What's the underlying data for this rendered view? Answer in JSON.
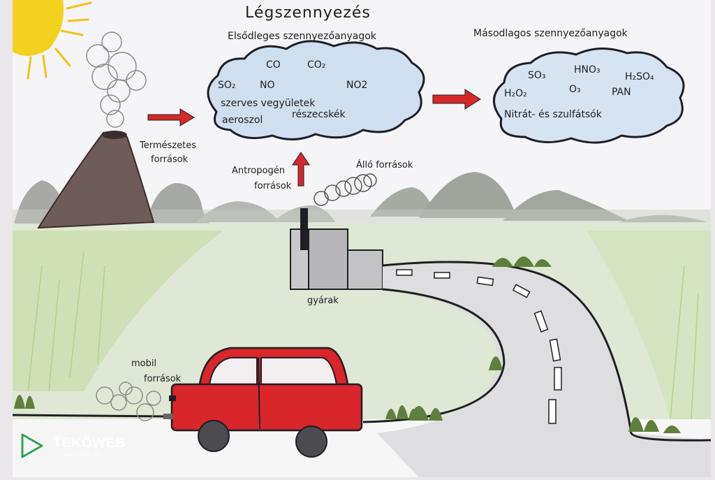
{
  "title": "Légszennyezés",
  "primary": {
    "heading": "Elsődleges szennyezőanyagok",
    "items": [
      "CO",
      "CO₂",
      "SO₂",
      "NO",
      "NO2",
      "szerves vegyületek",
      "aeroszol",
      "részecskék"
    ]
  },
  "secondary": {
    "heading": "Másodlagos szennyezőanyagok",
    "items": [
      "SO₃",
      "HNO₃",
      "H₂SO₄",
      "H₂O₂",
      "O₃",
      "PAN",
      "Nitrát- és szulfátsók"
    ]
  },
  "labels": {
    "natural": [
      "Természetes",
      "források"
    ],
    "anthropogenic": [
      "Antropogén",
      "források"
    ],
    "stationary": "Álló források",
    "factory": "gyárak",
    "mobile": [
      "mobil",
      "források"
    ]
  },
  "logo": {
    "name": "TEKÖWEB",
    "url": "www.teko.hu"
  },
  "colors": {
    "arrow": "#d42a2a",
    "car": "#d8262a",
    "cloud": "#cfdff0",
    "grass": "#c8dca8",
    "volcano": "#6e5c58",
    "sun": "#f3d21f"
  },
  "icons": [
    "sun-icon",
    "volcano-icon",
    "factory-icon",
    "car-icon",
    "road-icon",
    "logo-play-icon"
  ]
}
